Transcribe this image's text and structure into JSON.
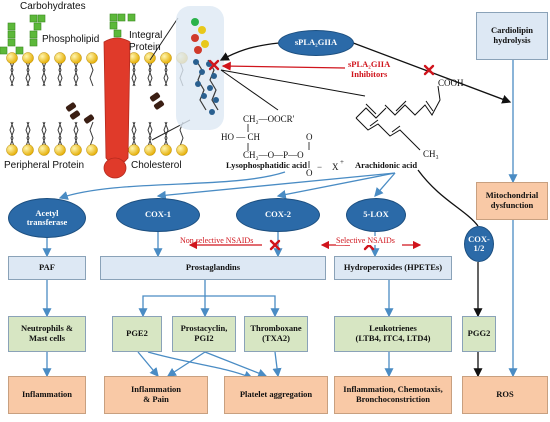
{
  "membrane": {
    "carbohydrates": "Carbohydrates",
    "phospholipid": "Phospholipid",
    "integral_protein": "Integral\nProtein",
    "peripheral_protein": "Peripheral Protein",
    "cholesterol": "Cholesterol"
  },
  "enzymes": {
    "spla2": "sPLA₂GIIA",
    "inhibitors": "sPLA₂GIIA\nInhibitors",
    "acetyl_transferase": "Acetyl\ntransferase",
    "cox1": "COX-1",
    "cox2": "COX-2",
    "lox5": "5-LOX",
    "cox12": "COX-\n1/2"
  },
  "chem": {
    "lpa_label": "Lysophosphatidic acid",
    "aa_label": "Arachidonic acid",
    "cooh": "COOH",
    "ch3": "CH₃",
    "lpa_line1": "CH₂—OOCR'",
    "lpa_ho": "HO — CH",
    "lpa_line3": "CH₂—O—P—O",
    "lpa_o_top": "O",
    "lpa_o_bottom": "O",
    "lpa_minus": "−",
    "lpa_x": "X",
    "lpa_plus": "+"
  },
  "inhibitor_notes": {
    "non_selective": "Non selective NSAIDs",
    "selective": "Selective NSAIDs"
  },
  "boxes": {
    "cardiolipin": "Cardiolipin\nhydrolysis",
    "mito": "Mitochondrial\ndysfunction",
    "paf": "PAF",
    "prostaglandins": "Prostaglandins",
    "hpete": "Hydroperoxides (HPETEs)",
    "neutrophils": "Neutrophils &\nMast cells",
    "pge2": "PGE2",
    "prostacyclin": "Prostacyclin,\nPGI2",
    "thromboxane": "Thromboxane\n(TXA2)",
    "leukotrienes": "Leukotrienes\n(LTB4, ITC4, LTD4)",
    "pgg2": "PGG2",
    "inflammation": "Inflammation",
    "inflammation_pain": "Inflammation\n& Pain",
    "platelet": "Platelet aggregation",
    "chemotaxis": "Inflammation, Chemotaxis,\nBronchoconstriction",
    "ros": "ROS"
  },
  "colors": {
    "oval": "#2b6aa8",
    "inhibitor_red": "#d0141c",
    "arrow_blue": "#4a8cc4",
    "membrane_head": "#f2c21a",
    "carbohydrate": "#5cb83a",
    "integral_protein": "#e03a2a"
  }
}
